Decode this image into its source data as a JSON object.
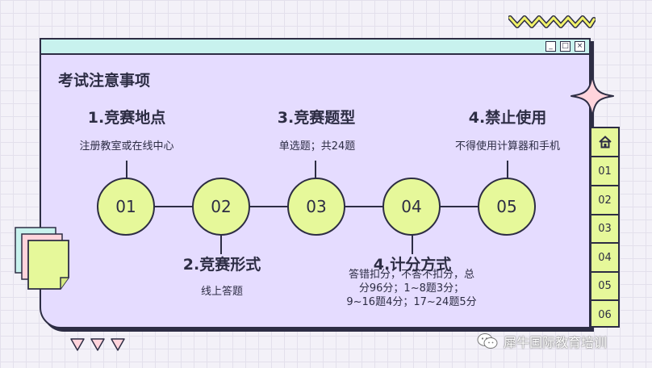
{
  "window": {
    "title": "考试注意事项",
    "controls": {
      "minimize": "_",
      "maximize": "□",
      "close": "×"
    }
  },
  "top_items": [
    {
      "heading": "1.竞赛地点",
      "desc": "注册教室或在线中心"
    },
    {
      "heading": "3.竞赛题型",
      "desc": "单选题；共24题"
    },
    {
      "heading": "4.禁止使用",
      "desc": "不得使用计算器和手机"
    }
  ],
  "bottom_items": [
    {
      "heading": "2.竞赛形式",
      "desc": "线上答题"
    },
    {
      "heading": "4.计分方式",
      "desc_lines": [
        "答错扣分，不答不扣分，总",
        "分96分；1~8题3分；",
        "9~16题4分；17~24题5分"
      ]
    }
  ],
  "steps": [
    "01",
    "02",
    "03",
    "04",
    "05"
  ],
  "side_tabs": [
    {
      "icon": "home-icon",
      "label": ""
    },
    {
      "label": "01"
    },
    {
      "label": "02"
    },
    {
      "label": "03"
    },
    {
      "label": "04"
    },
    {
      "label": "05"
    },
    {
      "label": "06"
    }
  ],
  "watermark": {
    "icon": "wechat-icon",
    "text": "犀牛国际教育培训"
  },
  "colors": {
    "window_bg": "#e5dcff",
    "titlebar_bg": "#c8f2ee",
    "circle_fill": "#e6f89a",
    "outline": "#2d2d44",
    "sparkle": "#ffd4dc",
    "zigzag": "#f1f26a"
  }
}
